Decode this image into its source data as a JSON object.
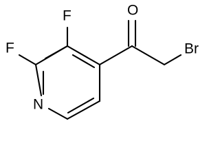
{
  "molecule": {
    "atoms": {
      "F2": "F",
      "F3": "F",
      "N": "N",
      "O": "O",
      "Br": "Br"
    }
  }
}
